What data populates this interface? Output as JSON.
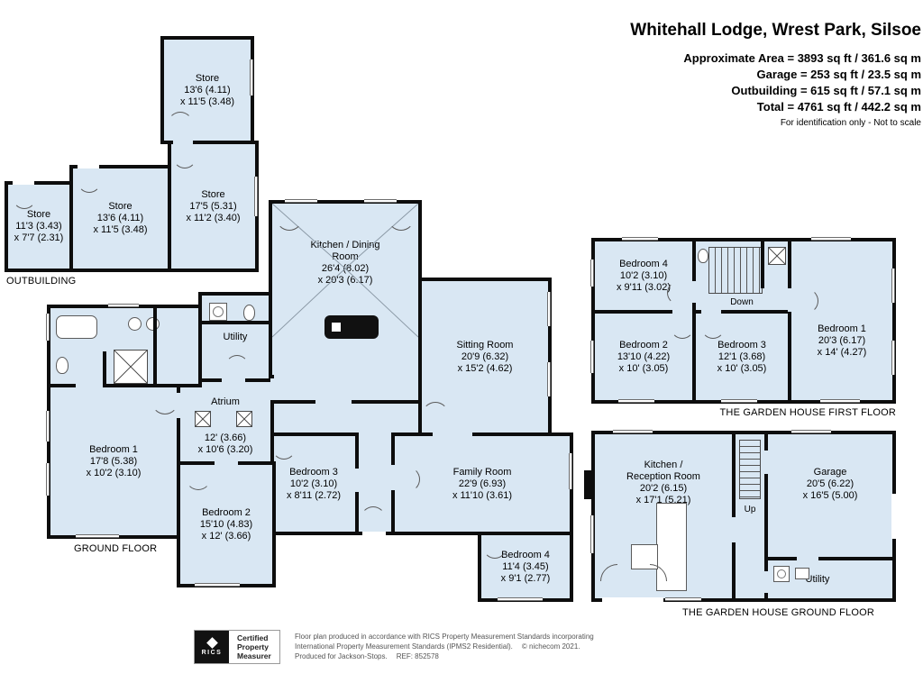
{
  "header": {
    "title": "Whitehall Lodge, Wrest Park, Silsoe",
    "line1": "Approximate Area = 3893 sq ft / 361.6 sq m",
    "line2": "Garage = 253 sq ft / 23.5 sq m",
    "line3": "Outbuilding = 615 sq ft / 57.1 sq m",
    "line4": "Total = 4761 sq ft / 442.2 sq m",
    "disclaimer": "For identification only - Not to scale"
  },
  "outbuilding": {
    "label": "OUTBUILDING",
    "store_top": {
      "name": "Store",
      "d1": "13'6 (4.11)",
      "d2": "x 11'5 (3.48)"
    },
    "store_right": {
      "name": "Store",
      "d1": "17'5 (5.31)",
      "d2": "x 11'2 (3.40)"
    },
    "store_mid": {
      "name": "Store",
      "d1": "13'6 (4.11)",
      "d2": "x 11'5 (3.48)"
    },
    "store_left": {
      "name": "Store",
      "d1": "11'3 (3.43)",
      "d2": "x 7'7 (2.31)"
    }
  },
  "ground": {
    "label": "GROUND FLOOR",
    "kitchen": {
      "name": "Kitchen / Dining Room",
      "d1": "26'4 (8.02)",
      "d2": "x 20'3 (6.17)"
    },
    "sitting": {
      "name": "Sitting Room",
      "d1": "20'9 (6.32)",
      "d2": "x 15'2 (4.62)"
    },
    "family": {
      "name": "Family Room",
      "d1": "22'9 (6.93)",
      "d2": "x 11'10 (3.61)"
    },
    "utility": {
      "name": "Utility"
    },
    "atrium": {
      "name": "Atrium",
      "d1": "12' (3.66)",
      "d2": "x 10'6 (3.20)"
    },
    "bed1": {
      "name": "Bedroom 1",
      "d1": "17'8 (5.38)",
      "d2": "x 10'2 (3.10)"
    },
    "bed2": {
      "name": "Bedroom 2",
      "d1": "15'10 (4.83)",
      "d2": "x 12' (3.66)"
    },
    "bed3": {
      "name": "Bedroom 3",
      "d1": "10'2 (3.10)",
      "d2": "x 8'11 (2.72)"
    },
    "bed4": {
      "name": "Bedroom 4",
      "d1": "11'4 (3.45)",
      "d2": "x 9'1 (2.77)"
    }
  },
  "garden_first": {
    "label": "THE GARDEN HOUSE FIRST FLOOR",
    "stairs": "Down",
    "bed4": {
      "name": "Bedroom 4",
      "d1": "10'2 (3.10)",
      "d2": "x 9'11 (3.02)"
    },
    "bed2": {
      "name": "Bedroom 2",
      "d1": "13'10 (4.22)",
      "d2": "x 10' (3.05)"
    },
    "bed3": {
      "name": "Bedroom 3",
      "d1": "12'1 (3.68)",
      "d2": "x 10' (3.05)"
    },
    "bed1": {
      "name": "Bedroom 1",
      "d1": "20'3 (6.17)",
      "d2": "x 14' (4.27)"
    }
  },
  "garden_ground": {
    "label": "THE GARDEN HOUSE GROUND FLOOR",
    "stairs": "Up",
    "kitchen": {
      "name": "Kitchen / Reception Room",
      "d1": "20'2 (6.15)",
      "d2": "x 17'1 (5.21)"
    },
    "garage": {
      "name": "Garage",
      "d1": "20'5 (6.22)",
      "d2": "x 16'5 (5.00)"
    },
    "utility": {
      "name": "Utility"
    }
  },
  "footer": {
    "badge_org": "RICS",
    "badge_line1": "Certified",
    "badge_line2": "Property",
    "badge_line3": "Measurer",
    "line1": "Floor plan produced in accordance with RICS Property Measurement Standards incorporating",
    "line2": "International Property Measurement Standards (IPMS2 Residential).",
    "copyright": "© nichecom 2021.",
    "line3": "Produced for Jackson-Stops.",
    "ref": "REF: 852578"
  },
  "colors": {
    "room_fill": "#d9e7f3",
    "wall": "#0d0d0d"
  }
}
